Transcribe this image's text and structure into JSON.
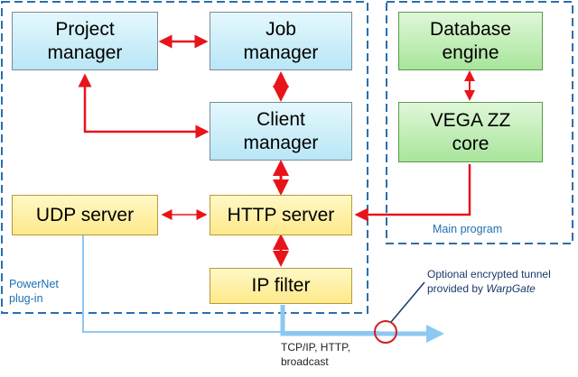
{
  "boxes": {
    "project_manager": {
      "line1": "Project",
      "line2": "manager"
    },
    "job_manager": {
      "line1": "Job",
      "line2": "manager"
    },
    "client_manager": {
      "line1": "Client",
      "line2": "manager"
    },
    "database_engine": {
      "line1": "Database",
      "line2": "engine"
    },
    "vega_core": {
      "line1": "VEGA ZZ",
      "line2": "core"
    },
    "udp_server": {
      "label": "UDP server"
    },
    "http_server": {
      "label": "HTTP server"
    },
    "ip_filter": {
      "label": "IP filter"
    }
  },
  "regions": {
    "plugin": {
      "line1": "PowerNet",
      "line2": "plug-in"
    },
    "main": {
      "label": "Main program"
    }
  },
  "annotations": {
    "tunnel_line1": "Optional encrypted tunnel",
    "tunnel_line2_prefix": "provided by ",
    "tunnel_line2_em": "WarpGate",
    "network_line1": "TCP/IP, HTTP,",
    "network_line2": "broadcast"
  },
  "colors": {
    "arrow_red": "#e8141a",
    "arrow_blue": "#8cc8f2",
    "dash_border": "#2b6fae",
    "circle": "#d12020"
  }
}
